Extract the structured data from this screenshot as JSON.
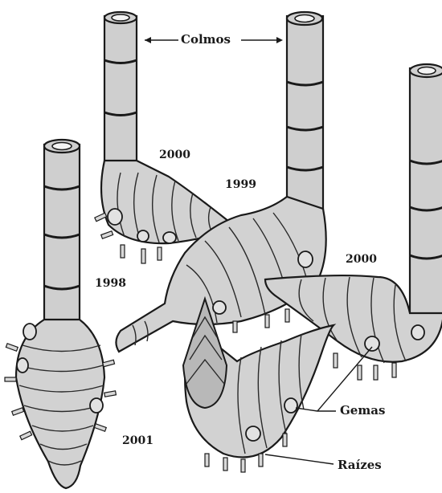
{
  "labels": {
    "culms": "Colmos",
    "year_left": "1998",
    "year_top_left": "2000",
    "year_center": "1999",
    "year_right": "2000",
    "year_shoot": "2001",
    "buds": "Gemas",
    "roots": "Raízes"
  }
}
